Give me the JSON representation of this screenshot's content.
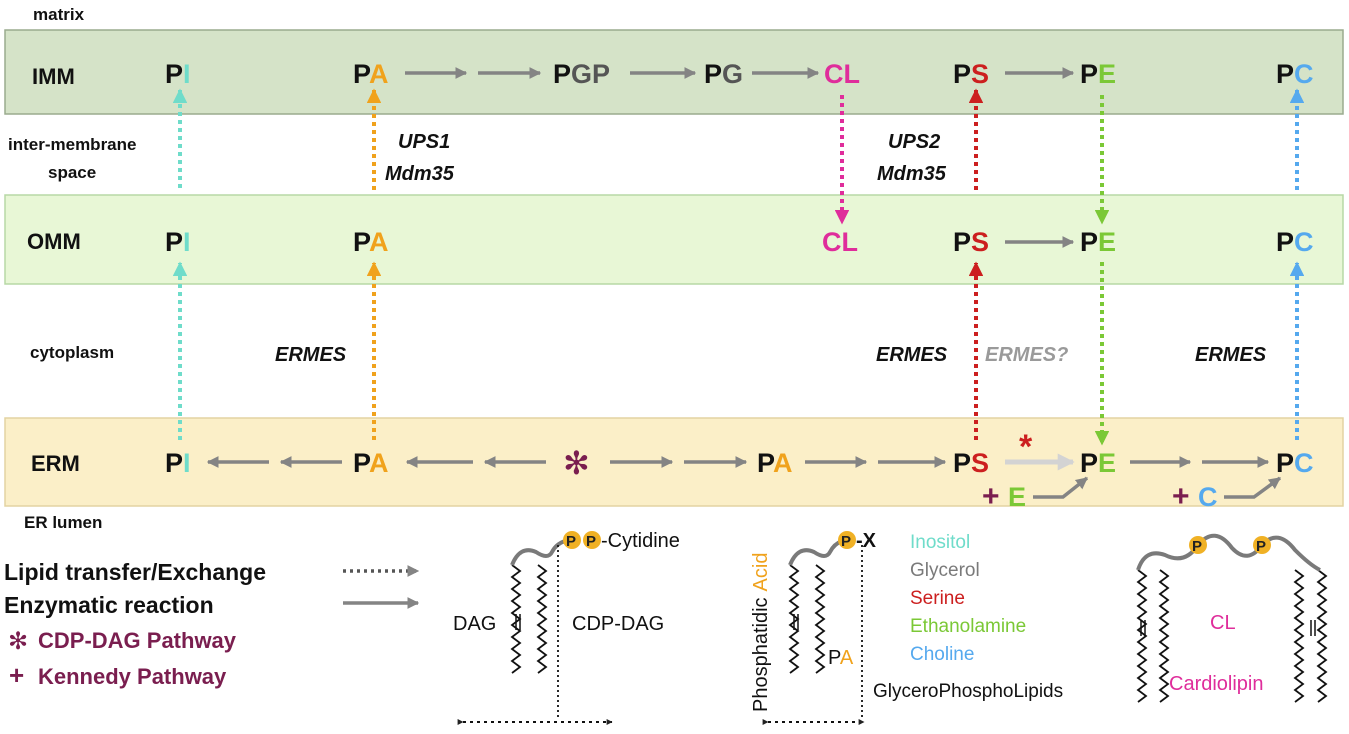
{
  "colors": {
    "imm_band": "#d5e3c8",
    "imm_border": "#9aab8e",
    "omm_band": "#e8f7d6",
    "omm_border": "#b7d8a5",
    "erm_band": "#fbefc8",
    "erm_border": "#e3d3a2",
    "arrow_gray": "#848484",
    "arrow_light": "#d3d3d3",
    "inositol": "#6fdcca",
    "glycerol": "#7a7a7a",
    "serine": "#cc1f1f",
    "ethanolamine": "#7bc836",
    "choline": "#55a9ee",
    "acid": "#f0a21c",
    "cardiolipin": "#df2d9b",
    "pathway": "#7a1e4f",
    "ermes_q": "#9a9a9a",
    "phosphate": "#f0b125"
  },
  "regions": {
    "matrix": "matrix",
    "imm": "IMM",
    "ims_line1": "inter-membrane",
    "ims_line2": "space",
    "omm": "OMM",
    "cytoplasm": "cytoplasm",
    "erm": "ERM",
    "er_lumen": "ER lumen"
  },
  "lipids": {
    "p": "P",
    "i": "I",
    "a": "A",
    "s": "S",
    "e": "E",
    "c": "C",
    "pgp": "PGP",
    "pg": "PG",
    "cl": "CL"
  },
  "transporters": {
    "ups1": "UPS1",
    "ups2": "UPS2",
    "mdm35": "Mdm35",
    "ermes": "ERMES",
    "ermes_q": "ERMES?"
  },
  "symbols": {
    "asterisk": "✻",
    "red_star": "*",
    "kennedy": "+"
  },
  "legend": {
    "lipid_transfer": "Lipid transfer/Exchange",
    "enzymatic": "Enzymatic reaction",
    "cdp_dag": "CDP-DAG Pathway",
    "kennedy": "Kennedy Pathway"
  },
  "structures": {
    "cytidine": "-Cytidine",
    "dag": "DAG",
    "cdp_dag": "CDP-DAG",
    "px": "-X",
    "phosphatidic": "Phosphatidic",
    "acid": "Acid",
    "pa_p": "P",
    "pa_a": "A",
    "headgroups": [
      "Inositol",
      "Glycerol",
      "Serine",
      "Ethanolamine",
      "Choline"
    ],
    "glycerophospholipids": "GlyceroPhosphoLipids",
    "cl": "CL",
    "cardiolipin": "Cardiolipin",
    "phosphate": "P"
  }
}
